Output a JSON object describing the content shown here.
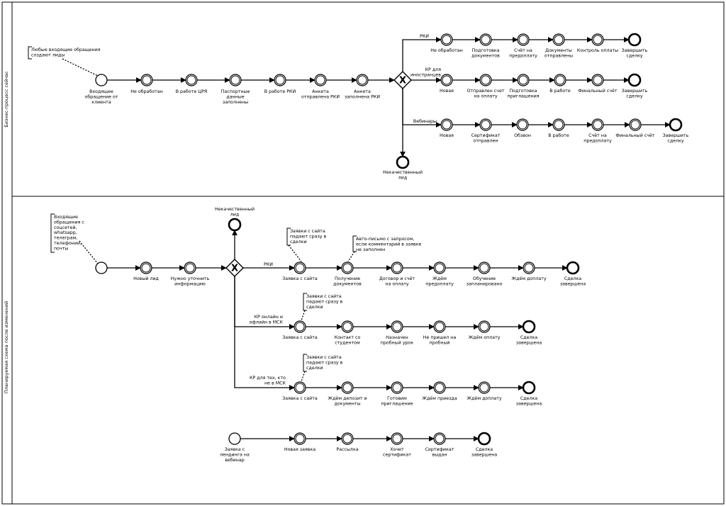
{
  "lanes": {
    "top": "Бизнес-процесс сейчас",
    "bottom": "Планируемая схема после изменений"
  },
  "top": {
    "annotation": [
      "Любые входящие обращения",
      "создают лиды"
    ],
    "start": [
      "Входящее",
      "обращение от",
      "клиента"
    ],
    "main": [
      [
        "Не обработан"
      ],
      [
        "В работе ЦРЯ"
      ],
      [
        "Паспортные",
        "данные",
        "заполнены"
      ],
      [
        "В работе РКИ"
      ],
      [
        "Анкета",
        "отправлена РКИ"
      ],
      [
        "Анкета",
        "заполнена РКИ"
      ]
    ],
    "gateway_label": "X",
    "bad_lead": [
      "Некачественный",
      "лид"
    ],
    "branches": [
      {
        "label": [
          "РКИ"
        ],
        "steps": [
          [
            "Не обработан"
          ],
          [
            "Подготовка",
            "документов"
          ],
          [
            "Счёт на",
            "предоплату"
          ],
          [
            "Документы",
            "отправлены"
          ],
          [
            "Контроль оплаты"
          ]
        ],
        "end": [
          "Завершить",
          "сделку"
        ]
      },
      {
        "label": [
          "КР для",
          "иностранцев"
        ],
        "steps": [
          [
            "Новая"
          ],
          [
            "Отправлен счет",
            "на оплату"
          ],
          [
            "Подготовка",
            "приглашения"
          ],
          [
            "В работе"
          ],
          [
            "Финальный счёт"
          ]
        ],
        "end": [
          "Завершить",
          "сделку"
        ]
      },
      {
        "label": [
          "Вебинары"
        ],
        "steps": [
          [
            "Новая"
          ],
          [
            "Сертификат",
            "отправлен"
          ],
          [
            "Обзвон"
          ],
          [
            "В работе"
          ],
          [
            "Счёт на",
            "предоплату"
          ],
          [
            "Финальный счёт"
          ]
        ],
        "end": [
          "Завершить",
          "сделку"
        ]
      }
    ]
  },
  "bottom": {
    "annotation": [
      "Входящие",
      "обращения с",
      "соцсетей,",
      "whatsapp,",
      "телеграм,",
      "телефонии,",
      "почты"
    ],
    "main": [
      [
        "Новый лид"
      ],
      [
        "Нужно уточнить",
        "информацию"
      ]
    ],
    "gateway_label": "X",
    "bad_lead": [
      "Некачественный",
      "лид"
    ],
    "branches": [
      {
        "label": [
          "РКИ"
        ],
        "steps": [
          [
            "Заявка с сайта"
          ],
          [
            "Получение",
            "документов"
          ],
          [
            "Договор и счёт",
            "на оплату"
          ],
          [
            "Ждём",
            "предоплату"
          ],
          [
            "Обучение",
            "запланировано"
          ],
          [
            "Ждём доплату"
          ]
        ],
        "end": [
          "Сделка",
          "завершена"
        ],
        "annotation": [
          "Заявки с сайта",
          "падают сразу в",
          "сделки"
        ],
        "annotation2": [
          "Авто-письмо с запросом,",
          "если комментарий в заявке",
          "не заполнен"
        ]
      },
      {
        "label": [
          "КР онлайн и",
          "офлайн в МСК"
        ],
        "steps": [
          [
            "Заявка с сайта"
          ],
          [
            "Контакт со",
            "студентом"
          ],
          [
            "Назначен",
            "пробный урок"
          ],
          [
            "Не пришел на",
            "пробный"
          ],
          [
            "Ждём оплату"
          ]
        ],
        "end": [
          "Сделка",
          "завершена"
        ],
        "annotation": [
          "Заявки с сайта",
          "падают сразу в",
          "сделки"
        ]
      },
      {
        "label": [
          "КР для тех, кто",
          "не в МСК"
        ],
        "steps": [
          [
            "Заявка с сайта"
          ],
          [
            "Ждём депозит и",
            "документы"
          ],
          [
            "Готовим",
            "приглашение"
          ],
          [
            "Ждём приезда"
          ],
          [
            "Ждём доплату"
          ]
        ],
        "end": [
          "Сделка",
          "завершена"
        ],
        "annotation": [
          "Заявки с сайта",
          "падают сразу в",
          "сделки"
        ]
      }
    ],
    "webinar": {
      "start": [
        "Заявка с",
        "лендинга на",
        "вебинар"
      ],
      "steps": [
        [
          "Новая заявка"
        ],
        [
          "Рассылка"
        ],
        [
          "Хочет",
          "сертификат"
        ],
        [
          "Сертификат",
          "выдан"
        ]
      ],
      "end": [
        "Сделка",
        "завершена"
      ]
    }
  }
}
